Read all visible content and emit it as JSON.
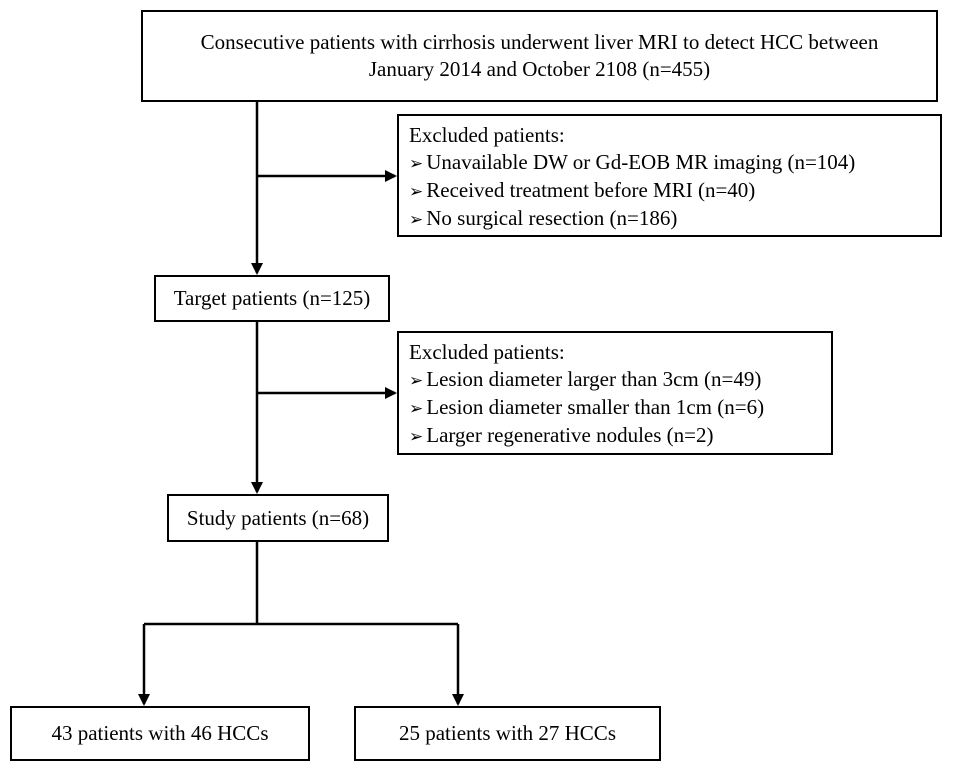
{
  "diagram": {
    "stroke_color": "#000000",
    "background_color": "#ffffff",
    "boxes": {
      "consecutive": {
        "line1": "Consecutive patients with cirrhosis underwent liver MRI to detect HCC between",
        "line2": "January 2014 and October 2108 (n=455)"
      },
      "excluded_1": {
        "heading": "Excluded patients:",
        "items": [
          "Unavailable DW or Gd-EOB MR imaging (n=104)",
          "Received  treatment  before  MRI (n=40)",
          "No surgical resection (n=186)"
        ]
      },
      "target": {
        "label": "Target patients (n=125)"
      },
      "excluded_2": {
        "heading": "Excluded patients:",
        "items": [
          "Lesion diameter larger than 3cm (n=49)",
          "Lesion diameter smaller than 1cm (n=6)",
          "Larger regenerative nodules (n=2)"
        ]
      },
      "study": {
        "label": "Study patients (n=68)"
      },
      "group_a": {
        "label": "43 patients with 46 HCCs"
      },
      "group_b": {
        "label": "25 patients with 27 HCCs"
      }
    },
    "bullet_glyph": "➢"
  }
}
